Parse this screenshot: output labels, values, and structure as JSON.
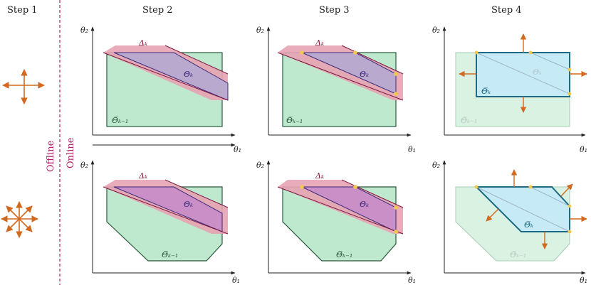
{
  "headers": [
    "Step 1",
    "Step 2",
    "Step 3",
    "Step 4"
  ],
  "side_labels": {
    "offline": "Offline",
    "online": "Online"
  },
  "axis": {
    "x": "θ₁",
    "y": "θ₂"
  },
  "labels": {
    "delta": "Δₖ",
    "theta": "Θₖ",
    "prev_set": "Θ̅ₖ₋₁",
    "new_set": "Θ̅ₖ"
  },
  "colors": {
    "prev_set_fill": "#bfe9cf",
    "prev_set_stroke": "#2a5a3c",
    "strip_fill": "#b9a9cf",
    "delta_fill": "#e7a3b2",
    "arrow": "#d2691e",
    "new_set_fill": "#c6ebf6",
    "new_set_stroke": "#1e6a85",
    "offline_line": "#b0206a",
    "vertex": "#f2c94c"
  }
}
